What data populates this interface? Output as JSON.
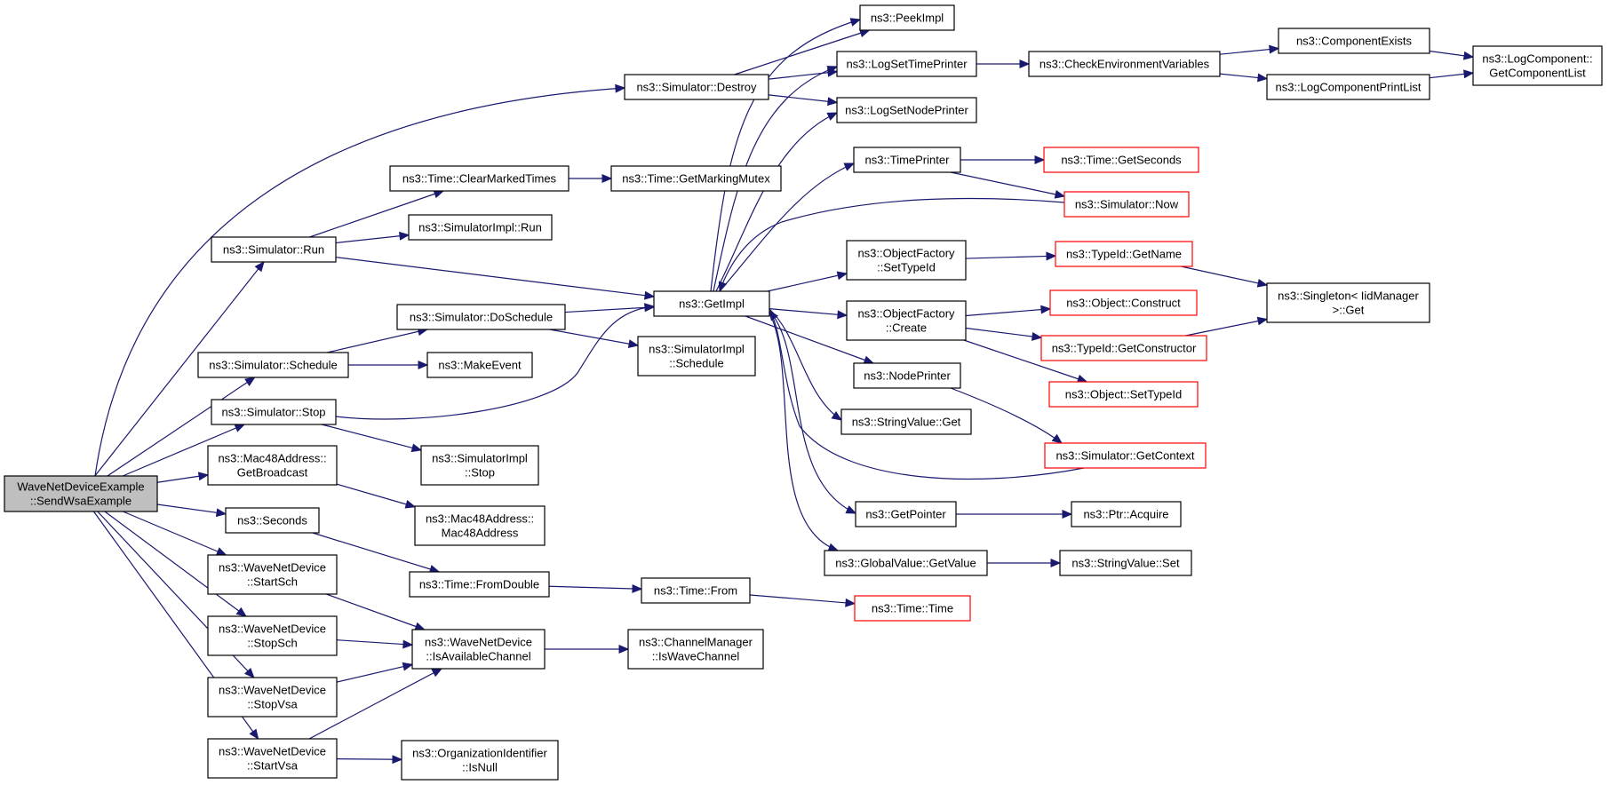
{
  "diagram": {
    "kind": "call-graph",
    "colors": {
      "edge": "#191970",
      "root_fill": "#bfbfbf",
      "truncated_border": "#ff0000",
      "node_border": "#000000"
    },
    "nodes": [
      {
        "id": "root",
        "lines": [
          "WaveNetDeviceExample",
          "::SendWsaExample"
        ],
        "root": true
      },
      {
        "id": "destroy",
        "lines": [
          "ns3::Simulator::Destroy"
        ]
      },
      {
        "id": "clearMarked",
        "lines": [
          "ns3::Time::ClearMarkedTimes"
        ]
      },
      {
        "id": "run",
        "lines": [
          "ns3::Simulator::Run"
        ]
      },
      {
        "id": "implRun",
        "lines": [
          "ns3::SimulatorImpl::Run"
        ]
      },
      {
        "id": "doSchedule",
        "lines": [
          "ns3::Simulator::DoSchedule"
        ]
      },
      {
        "id": "schedule",
        "lines": [
          "ns3::Simulator::Schedule"
        ]
      },
      {
        "id": "makeEvent",
        "lines": [
          "ns3::MakeEvent"
        ]
      },
      {
        "id": "stop",
        "lines": [
          "ns3::Simulator::Stop"
        ]
      },
      {
        "id": "implStop",
        "lines": [
          "ns3::SimulatorImpl",
          "::Stop"
        ]
      },
      {
        "id": "getBroadcast",
        "lines": [
          "ns3::Mac48Address::",
          "GetBroadcast"
        ]
      },
      {
        "id": "mac48",
        "lines": [
          "ns3::Mac48Address::",
          "Mac48Address"
        ]
      },
      {
        "id": "seconds",
        "lines": [
          "ns3::Seconds"
        ]
      },
      {
        "id": "fromDouble",
        "lines": [
          "ns3::Time::FromDouble"
        ]
      },
      {
        "id": "startSch",
        "lines": [
          "ns3::WaveNetDevice",
          "::StartSch"
        ]
      },
      {
        "id": "stopSch",
        "lines": [
          "ns3::WaveNetDevice",
          "::StopSch"
        ]
      },
      {
        "id": "stopVsa",
        "lines": [
          "ns3::WaveNetDevice",
          "::StopVsa"
        ]
      },
      {
        "id": "startVsa",
        "lines": [
          "ns3::WaveNetDevice",
          "::StartVsa"
        ]
      },
      {
        "id": "isAvail",
        "lines": [
          "ns3::WaveNetDevice",
          "::IsAvailableChannel"
        ]
      },
      {
        "id": "orgIsNull",
        "lines": [
          "ns3::OrganizationIdentifier",
          "::IsNull"
        ]
      },
      {
        "id": "getMarkingMutex",
        "lines": [
          "ns3::Time::GetMarkingMutex"
        ]
      },
      {
        "id": "getImpl",
        "lines": [
          "ns3::GetImpl"
        ]
      },
      {
        "id": "implSchedule",
        "lines": [
          "ns3::SimulatorImpl",
          "::Schedule"
        ]
      },
      {
        "id": "timeFrom",
        "lines": [
          "ns3::Time::From"
        ]
      },
      {
        "id": "chanMgr",
        "lines": [
          "ns3::ChannelManager",
          "::IsWaveChannel"
        ]
      },
      {
        "id": "peekImpl",
        "lines": [
          "ns3::PeekImpl"
        ]
      },
      {
        "id": "logTime",
        "lines": [
          "ns3::LogSetTimePrinter"
        ]
      },
      {
        "id": "logNode",
        "lines": [
          "ns3::LogSetNodePrinter"
        ]
      },
      {
        "id": "timePrinter",
        "lines": [
          "ns3::TimePrinter"
        ]
      },
      {
        "id": "ofSetTypeId",
        "lines": [
          "ns3::ObjectFactory",
          "::SetTypeId"
        ]
      },
      {
        "id": "ofCreate",
        "lines": [
          "ns3::ObjectFactory",
          "::Create"
        ]
      },
      {
        "id": "nodePrinter",
        "lines": [
          "ns3::NodePrinter"
        ]
      },
      {
        "id": "strGet",
        "lines": [
          "ns3::StringValue::Get"
        ]
      },
      {
        "id": "getPointer",
        "lines": [
          "ns3::GetPointer"
        ]
      },
      {
        "id": "gvGet",
        "lines": [
          "ns3::GlobalValue::GetValue"
        ]
      },
      {
        "id": "timeTime",
        "lines": [
          "ns3::Time::Time"
        ],
        "truncated": true
      },
      {
        "id": "checkEnv",
        "lines": [
          "ns3::CheckEnvironmentVariables"
        ]
      },
      {
        "id": "getSeconds",
        "lines": [
          "ns3::Time::GetSeconds"
        ],
        "truncated": true
      },
      {
        "id": "simNow",
        "lines": [
          "ns3::Simulator::Now"
        ],
        "truncated": true
      },
      {
        "id": "getName",
        "lines": [
          "ns3::TypeId::GetName"
        ],
        "truncated": true
      },
      {
        "id": "objConstruct",
        "lines": [
          "ns3::Object::Construct"
        ],
        "truncated": true
      },
      {
        "id": "getCtor",
        "lines": [
          "ns3::TypeId::GetConstructor"
        ],
        "truncated": true
      },
      {
        "id": "objSetTypeId",
        "lines": [
          "ns3::Object::SetTypeId"
        ],
        "truncated": true
      },
      {
        "id": "getContext",
        "lines": [
          "ns3::Simulator::GetContext"
        ],
        "truncated": true
      },
      {
        "id": "ptrAcquire",
        "lines": [
          "ns3::Ptr::Acquire"
        ]
      },
      {
        "id": "strSet",
        "lines": [
          "ns3::StringValue::Set"
        ]
      },
      {
        "id": "compExists",
        "lines": [
          "ns3::ComponentExists"
        ]
      },
      {
        "id": "logPrintList",
        "lines": [
          "ns3::LogComponentPrintList"
        ]
      },
      {
        "id": "singleton",
        "lines": [
          "ns3::Singleton< IidManager",
          " >::Get"
        ]
      },
      {
        "id": "getCompList",
        "lines": [
          "ns3::LogComponent::",
          "GetComponentList"
        ]
      }
    ],
    "edges": [
      [
        "root",
        "destroy"
      ],
      [
        "root",
        "run"
      ],
      [
        "root",
        "schedule"
      ],
      [
        "root",
        "stop"
      ],
      [
        "root",
        "getBroadcast"
      ],
      [
        "root",
        "seconds"
      ],
      [
        "root",
        "startSch"
      ],
      [
        "root",
        "stopSch"
      ],
      [
        "root",
        "stopVsa"
      ],
      [
        "root",
        "startVsa"
      ],
      [
        "destroy",
        "peekImpl"
      ],
      [
        "destroy",
        "logTime"
      ],
      [
        "destroy",
        "logNode"
      ],
      [
        "run",
        "clearMarked"
      ],
      [
        "run",
        "implRun"
      ],
      [
        "run",
        "getImpl"
      ],
      [
        "clearMarked",
        "getMarkingMutex"
      ],
      [
        "schedule",
        "doSchedule"
      ],
      [
        "schedule",
        "makeEvent"
      ],
      [
        "doSchedule",
        "getImpl"
      ],
      [
        "doSchedule",
        "implSchedule"
      ],
      [
        "stop",
        "getImpl"
      ],
      [
        "stop",
        "implStop"
      ],
      [
        "getBroadcast",
        "mac48"
      ],
      [
        "seconds",
        "fromDouble"
      ],
      [
        "fromDouble",
        "timeFrom"
      ],
      [
        "timeFrom",
        "timeTime"
      ],
      [
        "startSch",
        "isAvail"
      ],
      [
        "stopSch",
        "isAvail"
      ],
      [
        "stopVsa",
        "isAvail"
      ],
      [
        "startVsa",
        "isAvail"
      ],
      [
        "startVsa",
        "orgIsNull"
      ],
      [
        "isAvail",
        "chanMgr"
      ],
      [
        "getImpl",
        "peekImpl"
      ],
      [
        "getImpl",
        "logTime"
      ],
      [
        "getImpl",
        "logNode"
      ],
      [
        "getImpl",
        "timePrinter"
      ],
      [
        "getImpl",
        "ofSetTypeId"
      ],
      [
        "getImpl",
        "ofCreate"
      ],
      [
        "getImpl",
        "nodePrinter"
      ],
      [
        "getImpl",
        "strGet"
      ],
      [
        "getImpl",
        "getPointer"
      ],
      [
        "getImpl",
        "gvGet"
      ],
      [
        "simNow",
        "getImpl"
      ],
      [
        "getContext",
        "getImpl"
      ],
      [
        "logTime",
        "checkEnv"
      ],
      [
        "checkEnv",
        "compExists"
      ],
      [
        "checkEnv",
        "logPrintList"
      ],
      [
        "compExists",
        "getCompList"
      ],
      [
        "logPrintList",
        "getCompList"
      ],
      [
        "timePrinter",
        "getSeconds"
      ],
      [
        "timePrinter",
        "simNow"
      ],
      [
        "ofSetTypeId",
        "getName"
      ],
      [
        "ofCreate",
        "objConstruct"
      ],
      [
        "ofCreate",
        "getCtor"
      ],
      [
        "ofCreate",
        "objSetTypeId"
      ],
      [
        "getName",
        "singleton"
      ],
      [
        "getCtor",
        "singleton"
      ],
      [
        "nodePrinter",
        "getContext"
      ],
      [
        "getPointer",
        "ptrAcquire"
      ],
      [
        "gvGet",
        "strSet"
      ]
    ]
  }
}
